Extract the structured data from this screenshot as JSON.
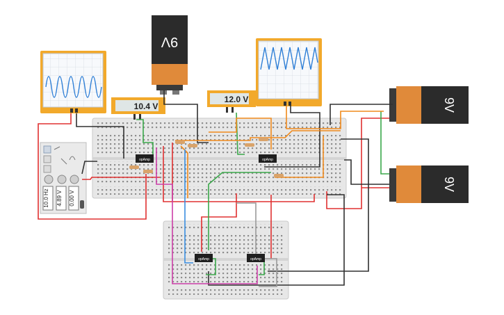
{
  "multimeters": [
    {
      "reading": "10.4 V"
    },
    {
      "reading": "12.0 V"
    }
  ],
  "batteries": [
    {
      "label": "9V"
    },
    {
      "label": "9V"
    },
    {
      "label": "9V"
    }
  ],
  "chips": [
    {
      "label": "opAmp"
    },
    {
      "label": "opAmp"
    },
    {
      "label": "opAmp"
    },
    {
      "label": "opAmp"
    }
  ],
  "function_generator": {
    "frequency": "10.0 Hz",
    "amplitude": "4.89 V",
    "offset": "0.00 V"
  },
  "colors": {
    "wire_red": "#e03030",
    "wire_black": "#303030",
    "wire_green": "#3aa84a",
    "wire_orange": "#f08a1c",
    "wire_blue": "#3a8ee0",
    "wire_magenta": "#cc3fa8",
    "wire_gray": "#9a9a9a",
    "scope_frame": "#f2a92b",
    "trace": "#2f7fd6"
  }
}
